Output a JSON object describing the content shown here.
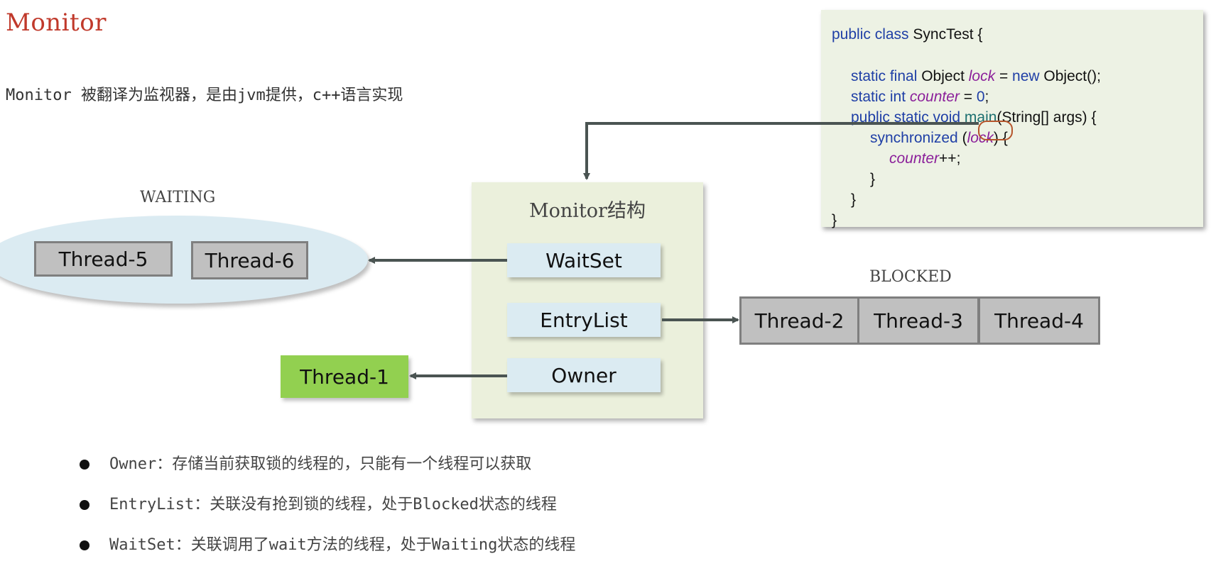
{
  "title": "Monitor",
  "subtitle": "Monitor 被翻译为监视器，是由jvm提供，c++语言实现",
  "code": {
    "l1_kw": "public class",
    "l1_rest": " SyncTest {",
    "l2_kw1": "static final",
    "l2_t1": " Object ",
    "l2_var": "lock",
    "l2_t2": " = ",
    "l2_kw2": "new",
    "l2_t3": " Object();",
    "l3_kw": "static int",
    "l3_sp": " ",
    "l3_var": "counter",
    "l3_t1": " = ",
    "l3_num": "0",
    "l3_t2": ";",
    "l4_kw": "public static void",
    "l4_sp": " ",
    "l4_fn": "main",
    "l4_rest": "(String[] args) {",
    "l5_kw": "synchronized",
    "l5_t1": " (",
    "l5_var": "lock",
    "l5_t2": ") {",
    "l6_var": "counter",
    "l6_rest": "++;",
    "l7": "}",
    "l8": "}",
    "l9": "}"
  },
  "waiting": {
    "label": "WAITING",
    "threads": [
      "Thread-5",
      "Thread-6"
    ]
  },
  "monitor": {
    "title": "Monitor结构",
    "waitset": "WaitSet",
    "entrylist": "EntryList",
    "owner": "Owner"
  },
  "owner_thread": "Thread-1",
  "blocked": {
    "label": "BLOCKED",
    "threads": [
      "Thread-2",
      "Thread-3",
      "Thread-4"
    ]
  },
  "bullets": [
    "Owner：存储当前获取锁的线程的，只能有一个线程可以获取",
    "EntryList：关联没有抢到锁的线程，处于Blocked状态的线程",
    "WaitSet：关联调用了wait方法的线程，处于Waiting状态的线程"
  ],
  "colors": {
    "title": "#C0392B",
    "keyword": "#1F3FA6",
    "variable": "#8B1F9A",
    "arrow": "#4A5452",
    "owner_thread": "#92D050",
    "thread_box": "#C0C0C0",
    "monitor_bg": "#EBF0DC",
    "slot_bg": "#DBEBF2"
  }
}
